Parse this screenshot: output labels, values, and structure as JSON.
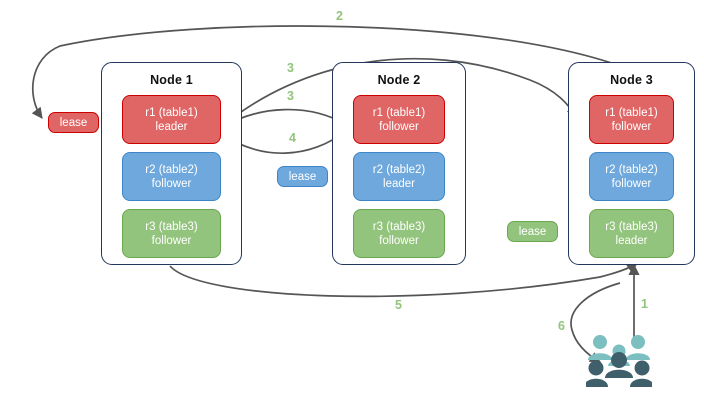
{
  "diagram": {
    "title": "Raft multi-replica lease diagram",
    "colors": {
      "red": "#e06666",
      "red_border": "#cc0000",
      "blue": "#6fa8dc",
      "blue_border": "#3d85c6",
      "green": "#93c47d",
      "green_border": "#6aa84f",
      "node_border": "#22355c",
      "edge": "#555555",
      "step_label": "#93c47d",
      "users_light": "#7cbfc0",
      "users_dark": "#3f5f6b"
    }
  },
  "nodes": [
    {
      "id": "node1",
      "title": "Node 1",
      "replicas": [
        {
          "name": "r1 (table1)",
          "role": "leader",
          "color": "red"
        },
        {
          "name": "r2 (table2)",
          "role": "follower",
          "color": "blue"
        },
        {
          "name": "r3 (table3)",
          "role": "follower",
          "color": "green"
        }
      ]
    },
    {
      "id": "node2",
      "title": "Node 2",
      "replicas": [
        {
          "name": "r1 (table1)",
          "role": "follower",
          "color": "red"
        },
        {
          "name": "r2 (table2)",
          "role": "leader",
          "color": "blue"
        },
        {
          "name": "r3 (table3)",
          "role": "follower",
          "color": "green"
        }
      ]
    },
    {
      "id": "node3",
      "title": "Node 3",
      "replicas": [
        {
          "name": "r1 (table1)",
          "role": "follower",
          "color": "red"
        },
        {
          "name": "r2 (table2)",
          "role": "follower",
          "color": "blue"
        },
        {
          "name": "r3 (table3)",
          "role": "leader",
          "color": "green"
        }
      ]
    }
  ],
  "leases": [
    {
      "id": "lease-table1",
      "label": "lease",
      "color": "red"
    },
    {
      "id": "lease-table2",
      "label": "lease",
      "color": "blue"
    },
    {
      "id": "lease-table3",
      "label": "lease",
      "color": "green"
    }
  ],
  "steps": [
    {
      "id": "step-1",
      "label": "1"
    },
    {
      "id": "step-2",
      "label": "2"
    },
    {
      "id": "step-3a",
      "label": "3"
    },
    {
      "id": "step-3b",
      "label": "3"
    },
    {
      "id": "step-4",
      "label": "4"
    },
    {
      "id": "step-5",
      "label": "5"
    },
    {
      "id": "step-6",
      "label": "6"
    }
  ],
  "actors": {
    "users_icon": "users-icon"
  }
}
